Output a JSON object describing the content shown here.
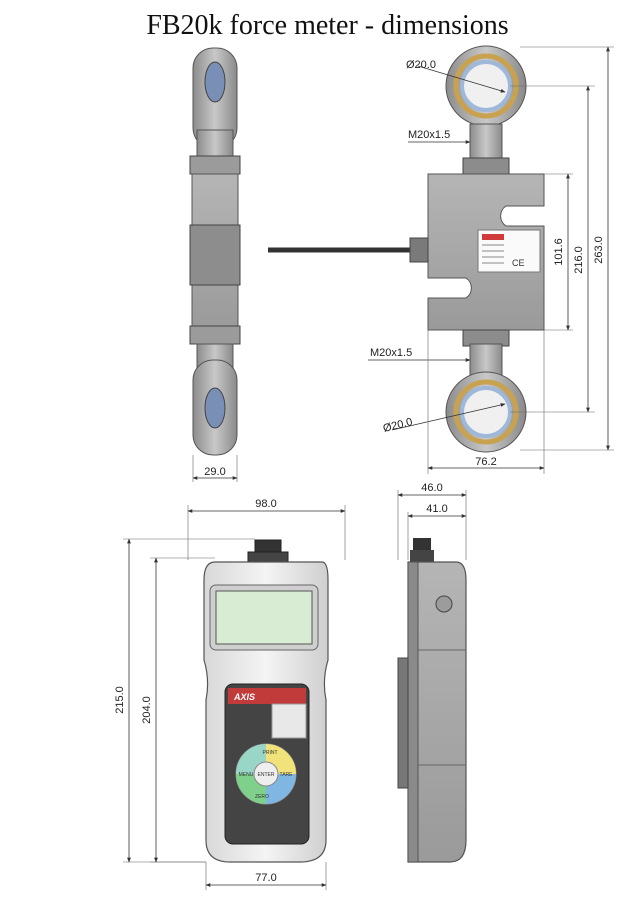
{
  "title": "FB20k force meter - dimensions",
  "colors": {
    "body_gray": "#a9a9a9",
    "dark": "#555555",
    "ring_gold": "#c9a250",
    "bearing_blue": "#9fb7d9",
    "lcd_green": "#d7ecd2",
    "keypad_dark": "#3f3f3f"
  },
  "sensor": {
    "dims": {
      "eye_dia_top": "Ø20.0",
      "thread_top": "M20x1.5",
      "body_height": "101.6",
      "mid_height": "216.0",
      "total_height": "263.0",
      "thread_bottom": "M20x1.5",
      "eye_dia_bottom": "Ø20.0",
      "body_width": "76.2",
      "side_width": "29.0"
    }
  },
  "indicator": {
    "dims": {
      "front_width": "98.0",
      "total_height": "215.0",
      "body_height": "204.0",
      "bottom_width": "77.0",
      "side_depth_total": "46.0",
      "side_depth_body": "41.0"
    },
    "brand": "AXIS",
    "keys": {
      "enter": "ENTER",
      "menu": "MENU",
      "print": "PRINT",
      "zero": "ZERO",
      "tare": "TARE"
    }
  }
}
